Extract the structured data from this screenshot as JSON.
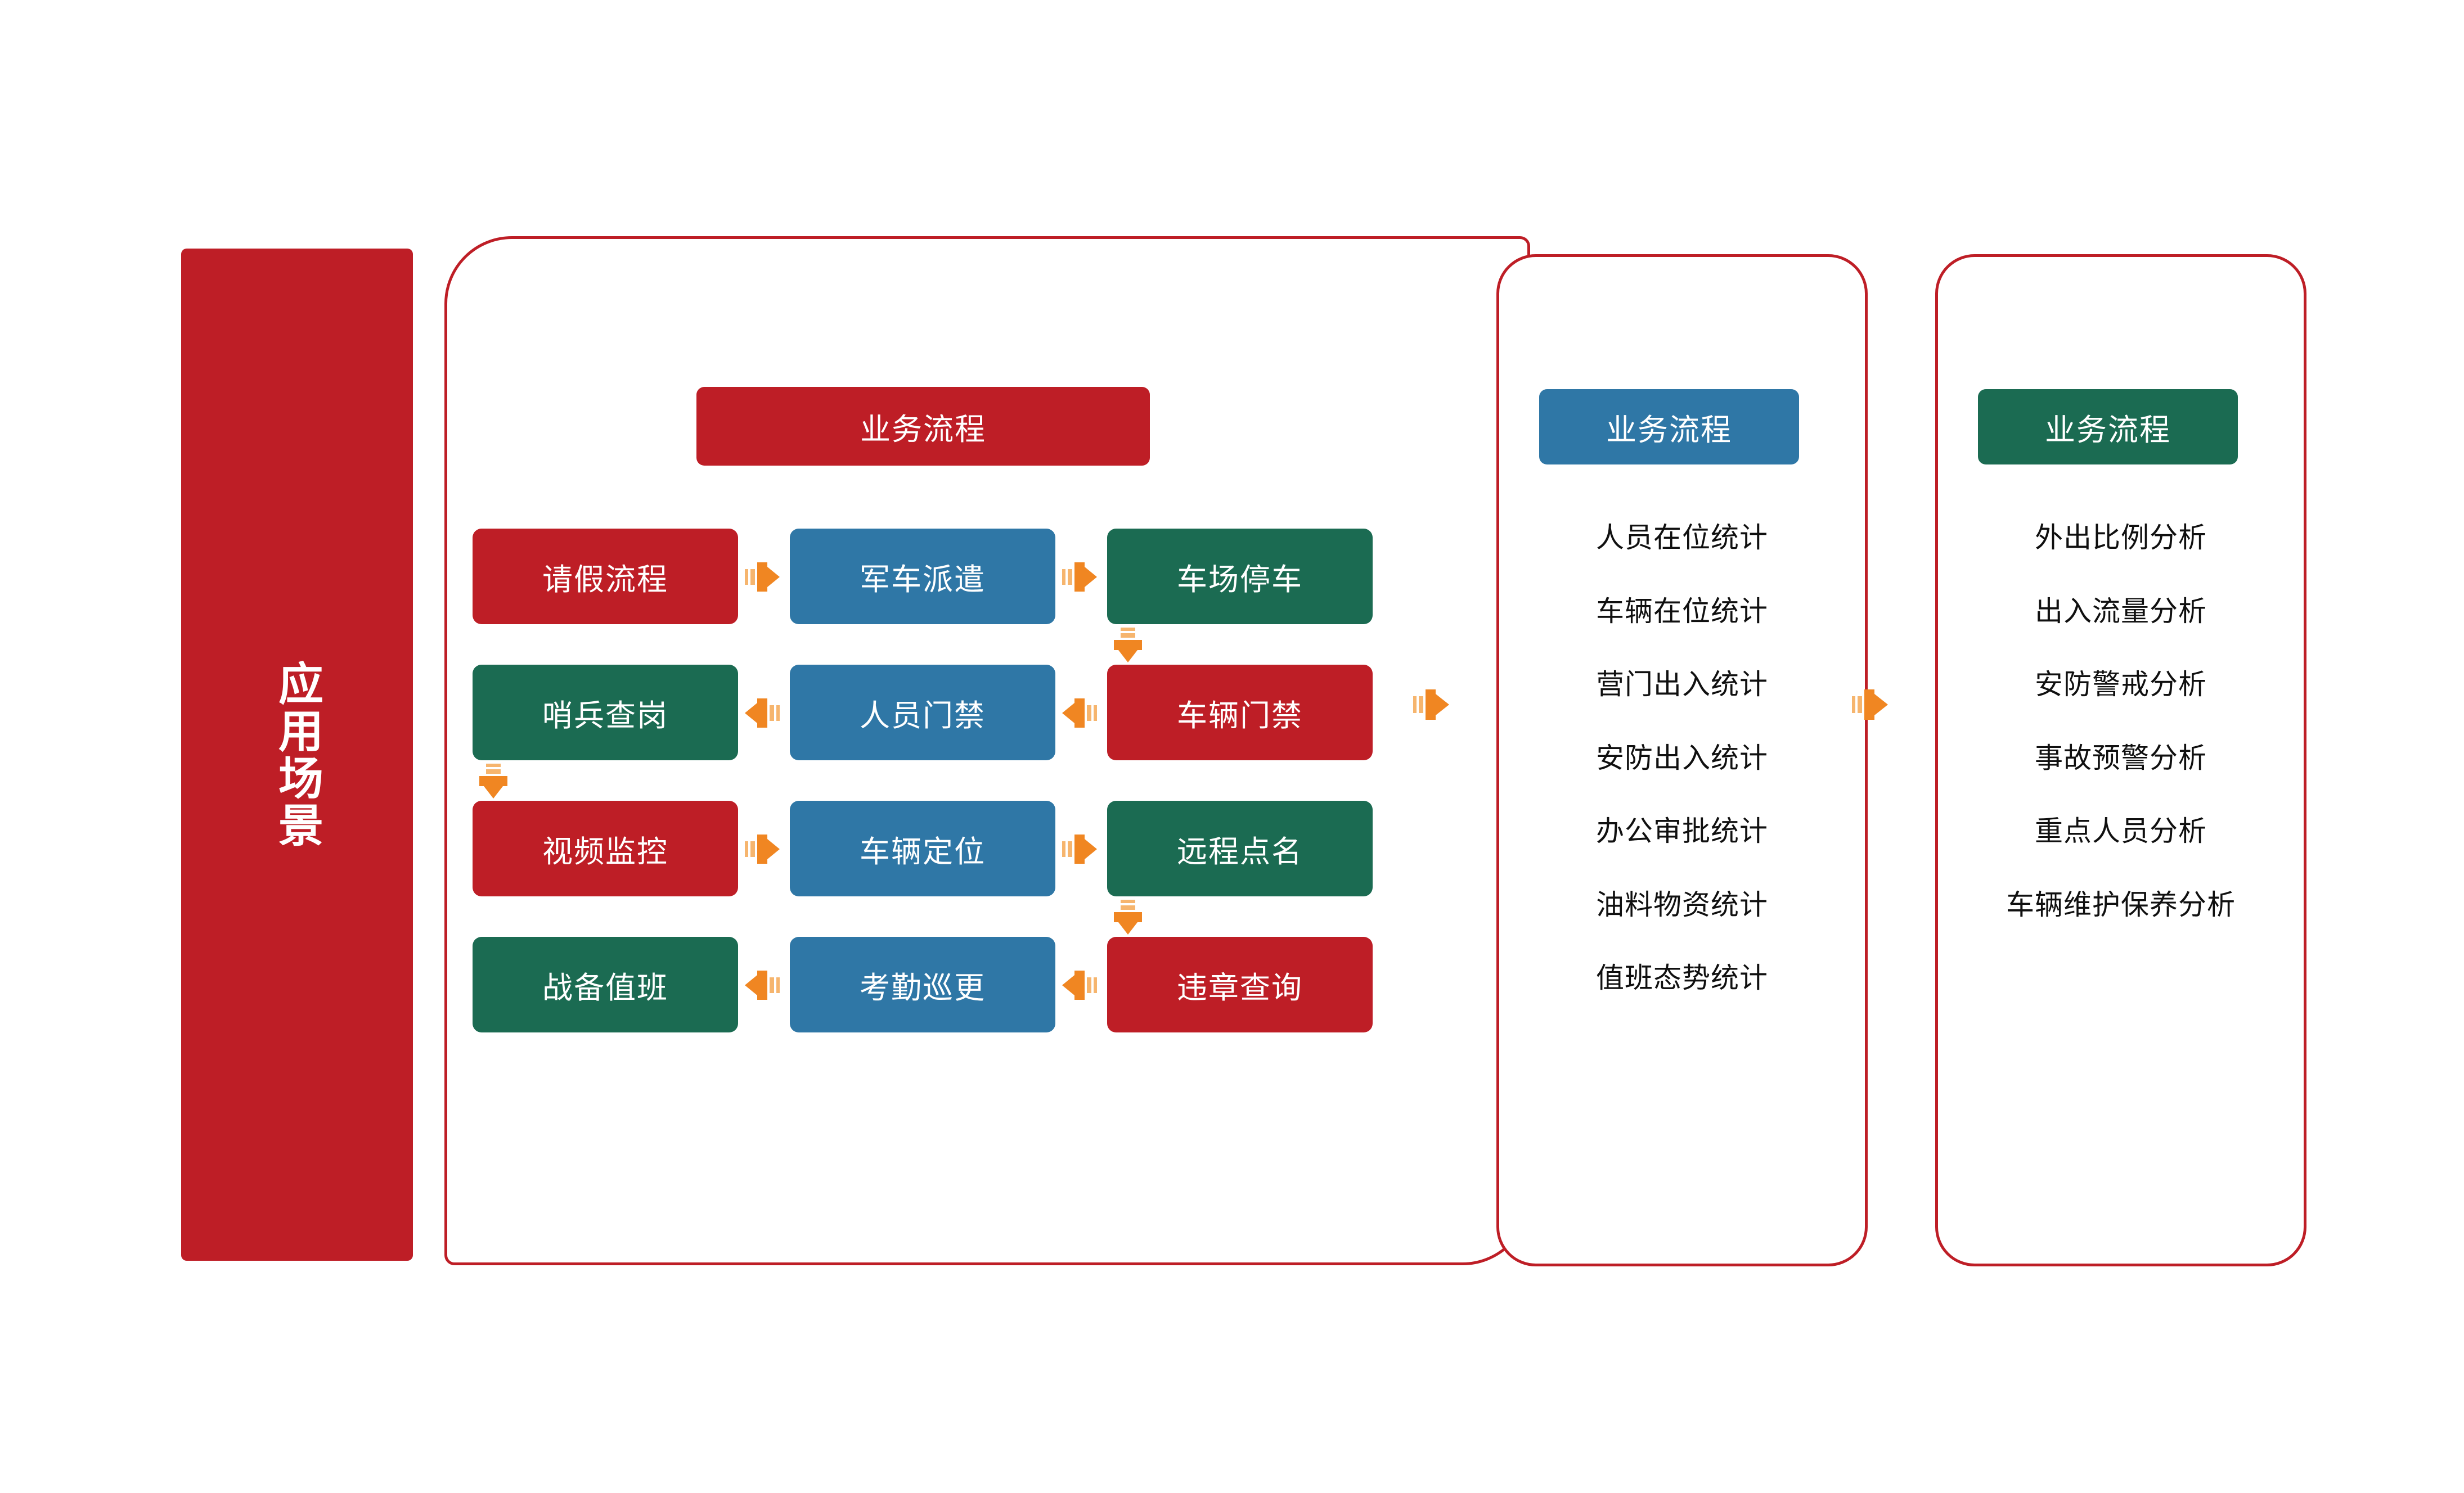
{
  "colors": {
    "red": "#BE1E26",
    "blue": "#2F77A6",
    "green": "#1B6B52",
    "arrow_orange": "#F08622",
    "arrow_orange_light": "#F6B56E",
    "text_dark": "#101010",
    "white": "#FFFFFF"
  },
  "left_banner": {
    "label": "应用场景"
  },
  "main_panel": {
    "header": "业务流程",
    "rows": [
      {
        "direction": "right",
        "boxes": [
          {
            "label": "请假流程",
            "color": "red"
          },
          {
            "label": "军车派遣",
            "color": "blue"
          },
          {
            "label": "车场停车",
            "color": "green"
          }
        ]
      },
      {
        "direction": "left",
        "boxes": [
          {
            "label": "哨兵查岗",
            "color": "green"
          },
          {
            "label": "人员门禁",
            "color": "blue"
          },
          {
            "label": "车辆门禁",
            "color": "red"
          }
        ]
      },
      {
        "direction": "right",
        "boxes": [
          {
            "label": "视频监控",
            "color": "red"
          },
          {
            "label": "车辆定位",
            "color": "blue"
          },
          {
            "label": "远程点名",
            "color": "green"
          }
        ]
      },
      {
        "direction": "left",
        "boxes": [
          {
            "label": "战备值班",
            "color": "green"
          },
          {
            "label": "考勤巡更",
            "color": "blue"
          },
          {
            "label": "违章查询",
            "color": "red"
          }
        ]
      }
    ]
  },
  "mid_panel": {
    "header": "业务流程",
    "items": [
      "人员在位统计",
      "车辆在位统计",
      "营门出入统计",
      "安防出入统计",
      "办公审批统计",
      "油料物资统计",
      "值班态势统计"
    ]
  },
  "right_panel": {
    "header": "业务流程",
    "items": [
      "外出比例分析",
      "出入流量分析",
      "安防警戒分析",
      "事故预警分析",
      "重点人员分析",
      "车辆维护保养分析"
    ]
  },
  "icons": {
    "arrow_right": "arrow-right-icon",
    "arrow_left": "arrow-left-icon",
    "arrow_down": "arrow-down-icon"
  }
}
